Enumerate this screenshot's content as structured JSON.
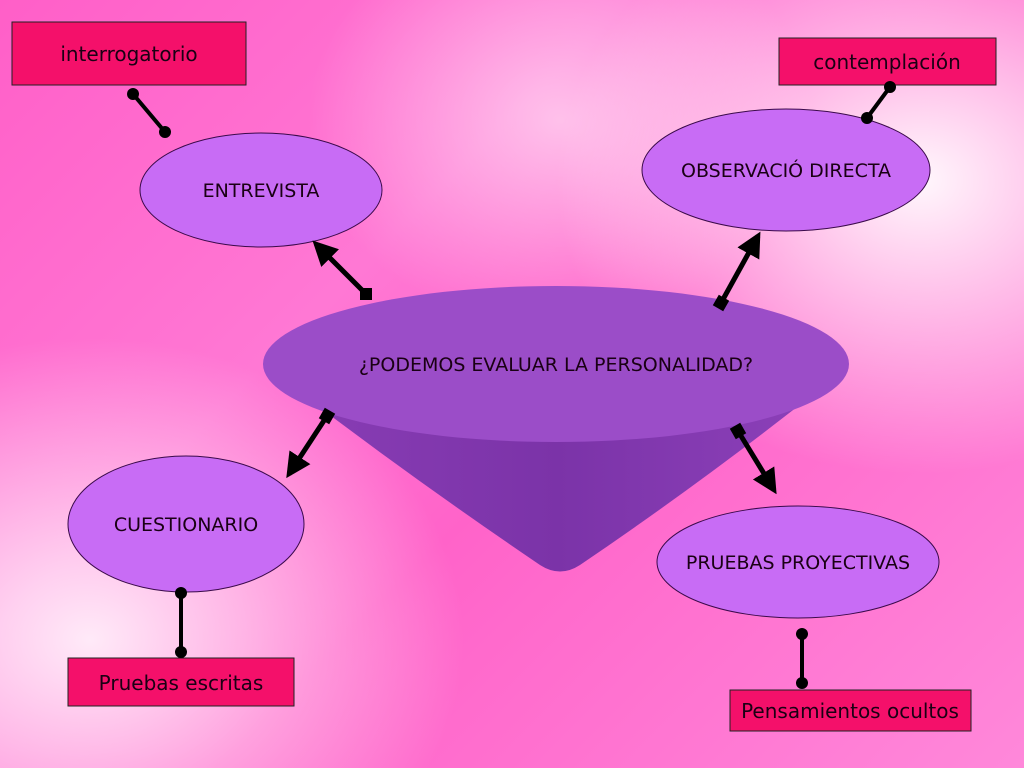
{
  "center": {
    "label": "¿PODEMOS EVALUAR LA PERSONALIDAD?"
  },
  "nodes": {
    "entrevista": "ENTREVISTA",
    "observacion": "OBSERVACIÓ DIRECTA",
    "cuestionario": "CUESTIONARIO",
    "proyectivas": "PRUEBAS PROYECTIVAS"
  },
  "notes": {
    "interrogatorio": "interrogatorio",
    "contemplacion": "contemplación",
    "escritas": "Pruebas escritas",
    "ocultos": "Pensamientos ocultos"
  },
  "colors": {
    "node_fill": "#c86cf5",
    "center_fill": "#9a4cc4",
    "note_fill": "#f4106a",
    "connector": "#000000"
  }
}
